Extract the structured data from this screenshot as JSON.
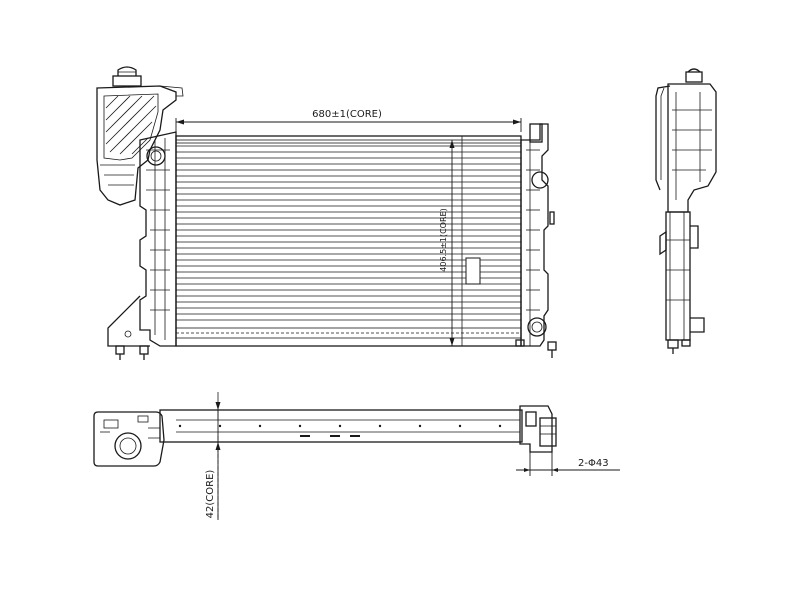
{
  "dimensions": {
    "core_width": "680±1(CORE)",
    "core_height": "406.5±1(CORE)",
    "core_depth": "42(CORE)",
    "pipe_diameter": "2-Φ43"
  }
}
